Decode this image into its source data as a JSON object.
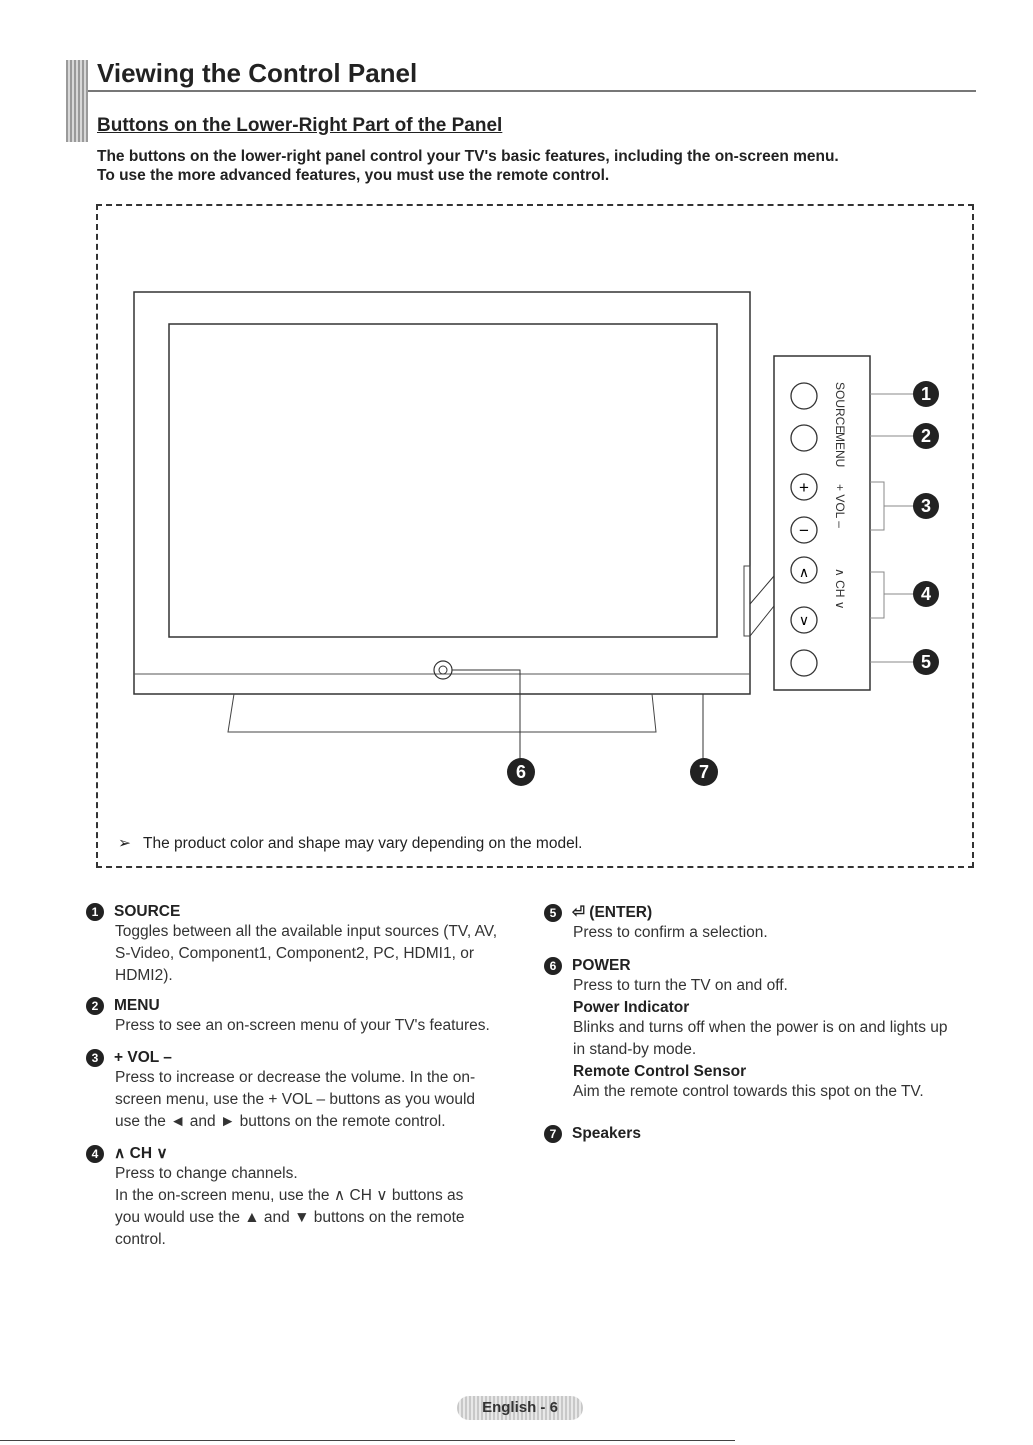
{
  "header": {
    "title": "Viewing the Control Panel",
    "section": "Buttons on the Lower-Right Part of the Panel",
    "intro_line1": "The buttons on the lower-right panel control your TV's basic features, including the on-screen menu.",
    "intro_line2": "To use the more advanced features, you must use the remote control."
  },
  "figure": {
    "panel_labels": [
      "SOURCE",
      "MENU",
      "+ VOL –",
      "∧ CH ∨"
    ],
    "callouts": [
      "1",
      "2",
      "3",
      "4",
      "5",
      "6",
      "7"
    ],
    "note": "The product color and shape may vary depending on the model."
  },
  "items": {
    "source": {
      "num": "1",
      "title": "SOURCE",
      "body": [
        "Toggles between all the available input sources (TV, AV,",
        "S-Video, Component1, Component2, PC, HDMI1, or",
        "HDMI2)."
      ]
    },
    "menu": {
      "num": "2",
      "title": "MENU",
      "body": [
        "Press to see an on-screen menu of your TV's features."
      ]
    },
    "vol": {
      "num": "3",
      "title": "+ VOL –",
      "body": [
        "Press to increase or decrease the volume. In the on-",
        "screen menu, use the + VOL – buttons as you would",
        "use the ◄ and ► buttons on the remote control."
      ]
    },
    "ch": {
      "num": "4",
      "title": "∧ CH ∨",
      "body": [
        "Press to change channels.",
        "In the on-screen menu, use the ∧ CH ∨ buttons as",
        "you would use the ▲ and ▼ buttons on the remote",
        "control."
      ]
    },
    "enter": {
      "num": "5",
      "title": "(ENTER)",
      "body": [
        "Press to confirm a selection."
      ]
    },
    "power": {
      "num": "6",
      "title": "POWER",
      "body": [
        "Press to turn the TV on and off."
      ],
      "indicator_title": "Power Indicator",
      "indicator_body": [
        "Blinks and turns off when the power is on and lights up",
        "in stand-by mode."
      ],
      "sensor_title": "Remote Control Sensor",
      "sensor_body": [
        "Aim the remote control towards this spot on the TV."
      ]
    },
    "speakers": {
      "num": "7",
      "title": "Speakers"
    }
  },
  "footer": {
    "page_label": "English - 6"
  }
}
